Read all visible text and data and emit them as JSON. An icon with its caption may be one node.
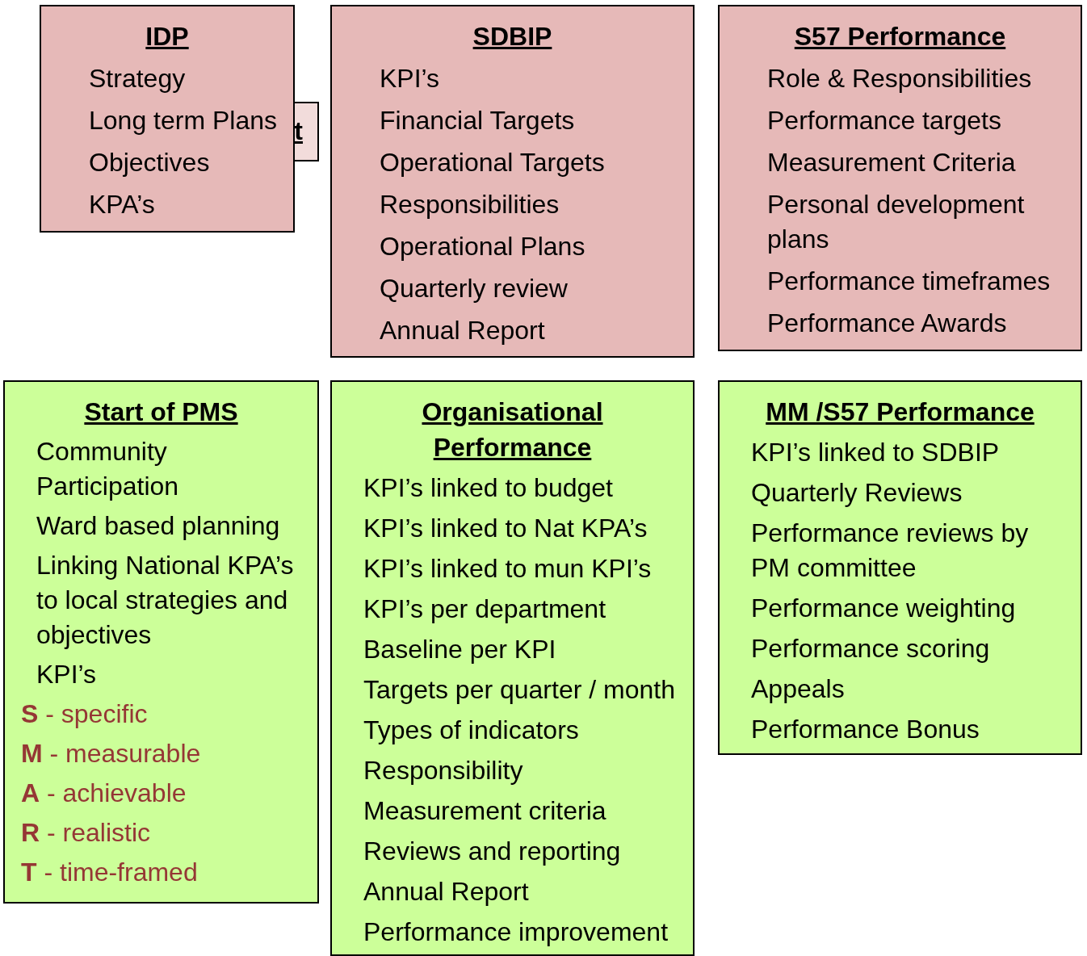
{
  "diagram": {
    "nodes": [
      {
        "text": [
          "IDP",
          "Strategy",
          "Long term Plans",
          "Objectives",
          "KPA’s"
        ]
      },
      {
        "text": [
          "t"
        ]
      },
      {
        "text": [
          "SDBIP",
          "KPI’s",
          "Financial Targets",
          "Operational Targets",
          "Responsibilities",
          "Operational Plans",
          "Quarterly review",
          "Annual Report"
        ]
      },
      {
        "text": [
          "S57 Performance",
          "Role & Responsibilities",
          "Performance targets",
          "Measurement Criteria",
          "Personal development plans",
          "Performance timeframes",
          "Performance Awards"
        ]
      },
      {
        "text": [
          "Start of PMS",
          "Community Participation",
          "Ward based planning",
          "Linking National KPA’s to local strategies and objectives",
          "KPI’s",
          "**S** - specific",
          "**M** - measurable",
          "**A** - achievable",
          "**R** - realistic",
          "**T** - time-framed"
        ]
      },
      {
        "text": [
          "Organisational Performance",
          "KPI’s linked to budget",
          "KPI’s linked to Nat KPA’s",
          "KPI’s linked to mun KPI’s",
          "KPI’s per department",
          "Baseline per KPI",
          "Targets per quarter / month",
          "Types of indicators",
          "Responsibility",
          "Measurement criteria",
          "Reviews and reporting",
          "Annual Report",
          "Performance improvement"
        ]
      },
      {
        "text": [
          "MM /S57 Performance",
          "KPI’s linked to SDBIP",
          "Quarterly Reviews",
          "Performance reviews by PM committee",
          "Performance weighting",
          "Performance scoring",
          "Appeals",
          "Performance Bonus"
        ]
      }
    ]
  }
}
